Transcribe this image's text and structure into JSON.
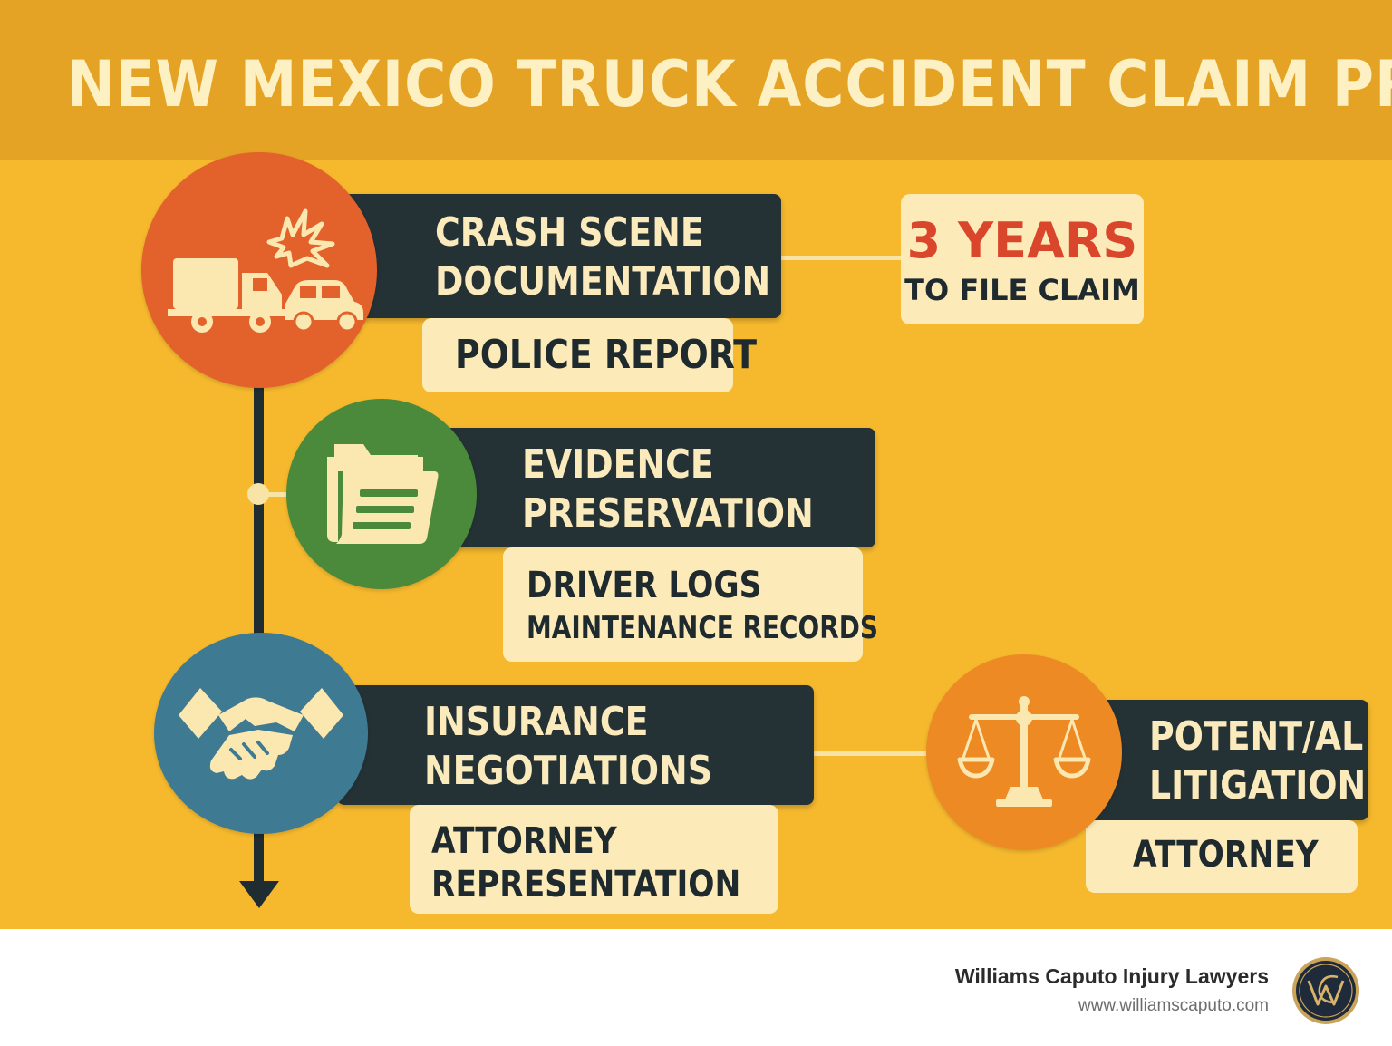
{
  "title": "NEW MEXICO TRUCK ACCIDENT CLAIM PROCESS",
  "colors": {
    "background": "#f6b92e",
    "header": "#e4a325",
    "dark_box": "#243236",
    "light_box": "#fcebb9",
    "accent_red": "#d9462c",
    "step1_circle": "#e3622b",
    "step2_circle": "#4b8a3a",
    "step3_circle": "#3f7a93",
    "step4_circle": "#ed8a23"
  },
  "steps": [
    {
      "title_lines": [
        "CRASH SCENE",
        "DOCUMENTATION"
      ],
      "details": [
        "POLICE REPORT"
      ],
      "icon": "truck-crash-icon"
    },
    {
      "title_lines": [
        "EVIDENCE",
        "PRESERVATION"
      ],
      "details": [
        "DRIVER LOGS",
        "MAINTENANCE RECORDS"
      ],
      "icon": "folder-icon"
    },
    {
      "title_lines": [
        "INSURANCE",
        "NEGOTIATIONS"
      ],
      "details": [
        "ATTORNEY",
        "REPRESENTATION"
      ],
      "icon": "handshake-icon"
    },
    {
      "title_lines": [
        "POTENT/AL",
        "LITIGATION"
      ],
      "details": [
        "ATTORNEY"
      ],
      "icon": "scales-icon"
    }
  ],
  "deadline": {
    "value": "3 YEARS",
    "label": "TO FILE CLAIM"
  },
  "footer": {
    "company": "Williams Caputo Injury Lawyers",
    "url": "www.williamscaputo.com",
    "logo_icon": "wc-monogram-logo-icon"
  }
}
